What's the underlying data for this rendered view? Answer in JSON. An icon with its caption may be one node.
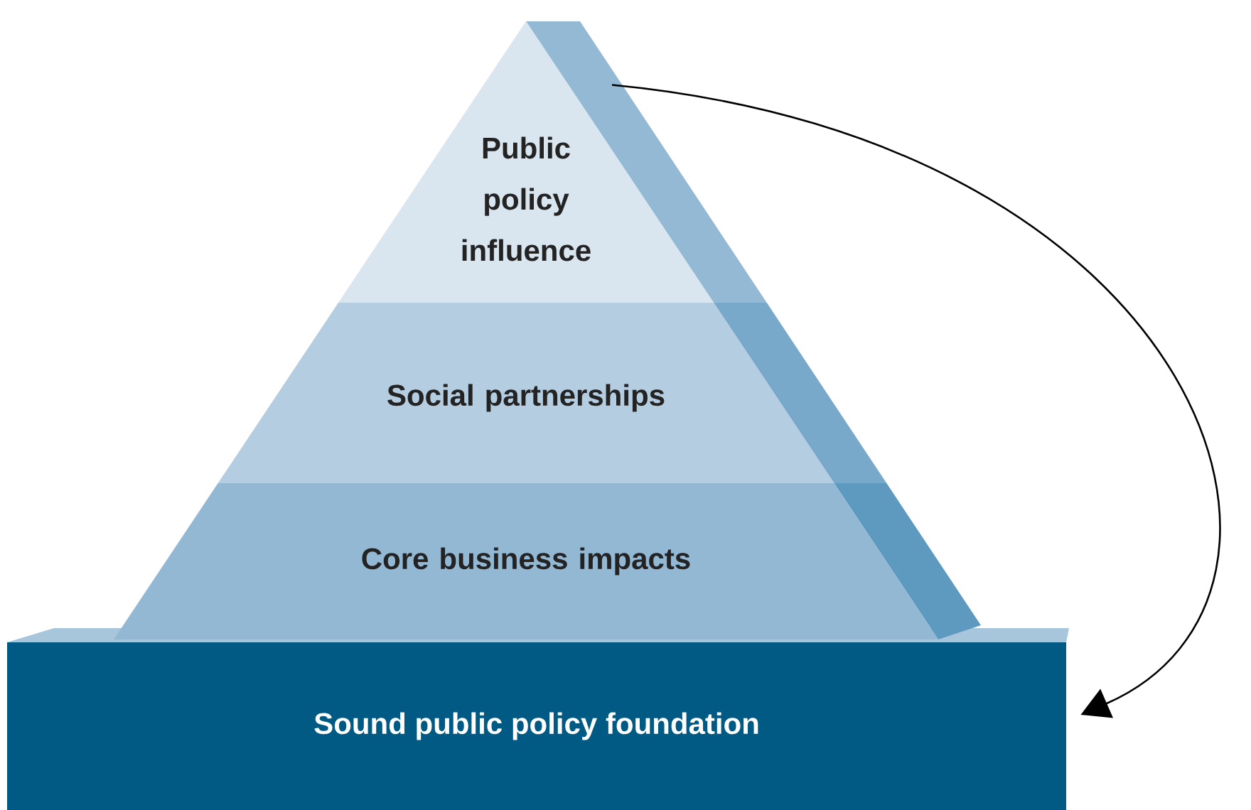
{
  "diagram": {
    "nodes": [
      {
        "text": [
          "Public policy influence"
        ]
      },
      {
        "text": [
          "Social partnerships"
        ]
      },
      {
        "text": [
          "Core business impacts"
        ]
      },
      {
        "text": [
          "Sound public policy foundation"
        ]
      }
    ],
    "edges": [
      {
        "from": 0,
        "to": 3,
        "arrow": "to"
      }
    ]
  }
}
